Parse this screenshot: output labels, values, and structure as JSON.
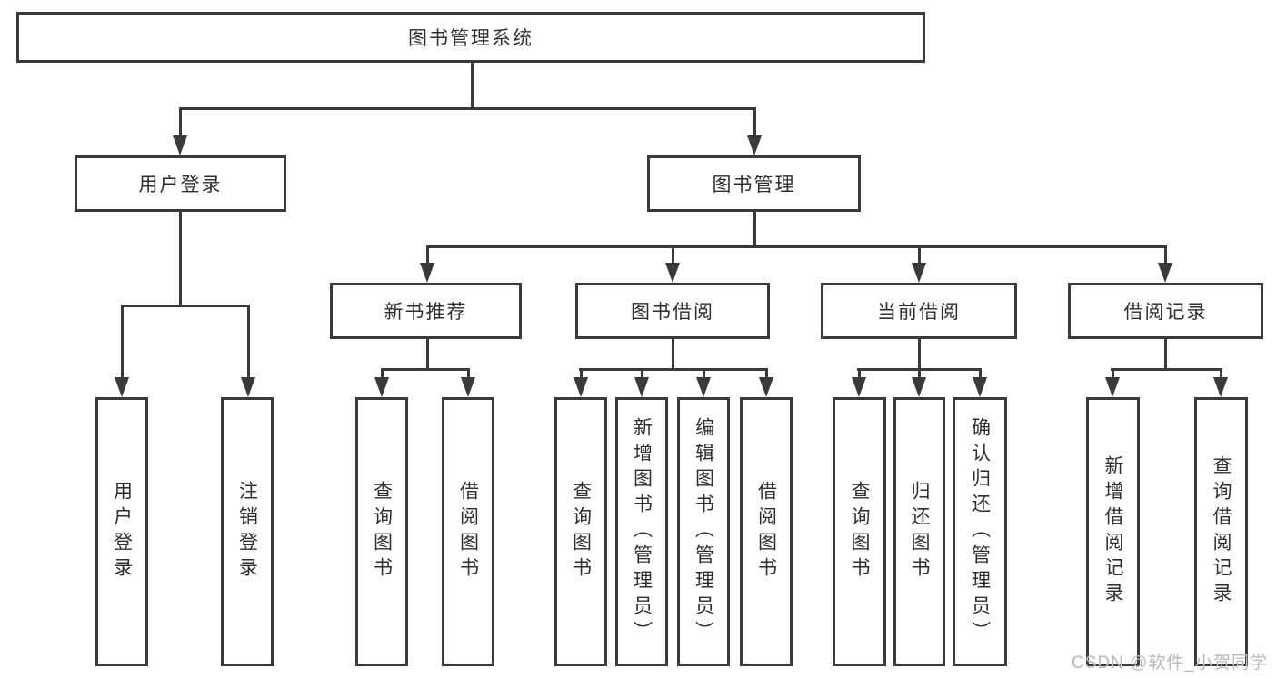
{
  "diagram": {
    "type": "hierarchy-tree",
    "line_color": "#3a3a3a",
    "box_background": "#ffffff",
    "watermark": {
      "text": "CSDN @软件_小贺同学",
      "color": "#b9b9b9"
    },
    "tree": {
      "root": {
        "label": "图书管理系统"
      },
      "level2": [
        {
          "label": "用户登录",
          "leaves": [
            "用户登录",
            "注销登录"
          ]
        },
        {
          "label": "图书管理",
          "children": [
            {
              "label": "新书推荐",
              "leaves": [
                "查询图书",
                "借阅图书"
              ]
            },
            {
              "label": "图书借阅",
              "leaves": [
                "查询图书",
                "新增图书（管理员）",
                "编辑图书（管理员）",
                "借阅图书"
              ]
            },
            {
              "label": "当前借阅",
              "leaves": [
                "查询图书",
                "归还图书",
                "确认归还（管理员）"
              ]
            },
            {
              "label": "借阅记录",
              "leaves": [
                "新增借阅记录",
                "查询借阅记录"
              ]
            }
          ]
        }
      ]
    }
  }
}
